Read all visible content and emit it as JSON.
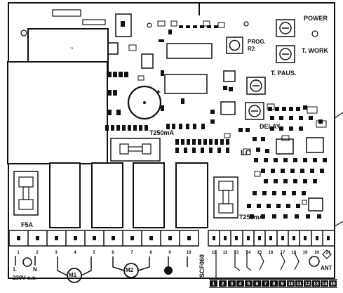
{
  "labels": {
    "power": "POWER",
    "t_work": "T. WORK",
    "t_paus": "T. PAUS.",
    "delay": "DELAY",
    "prog": "PROG.",
    "r2": "R2",
    "t250_top": "T250mA",
    "t250_right": "T250mA",
    "lc": "LC",
    "f5a": "F5A",
    "power_l": "L",
    "power_n": "N",
    "voltage": "230V a.c.",
    "m1": "M1",
    "m2": "M2",
    "ant": "ANT",
    "board_model": "SCF060"
  },
  "terminals_left": [
    "1",
    "2",
    "3",
    "4",
    "5",
    "6",
    "7",
    "8",
    "9",
    "10"
  ],
  "terminals_right": [
    "11",
    "12",
    "13",
    "14",
    "15",
    "16",
    "17",
    "18",
    "19",
    "20",
    "21"
  ],
  "bottom_numbers": [
    "1",
    "2",
    "3",
    "4",
    "5",
    "6",
    "7",
    "8",
    "9",
    "10",
    "11",
    "12",
    "13",
    "14",
    "15"
  ]
}
